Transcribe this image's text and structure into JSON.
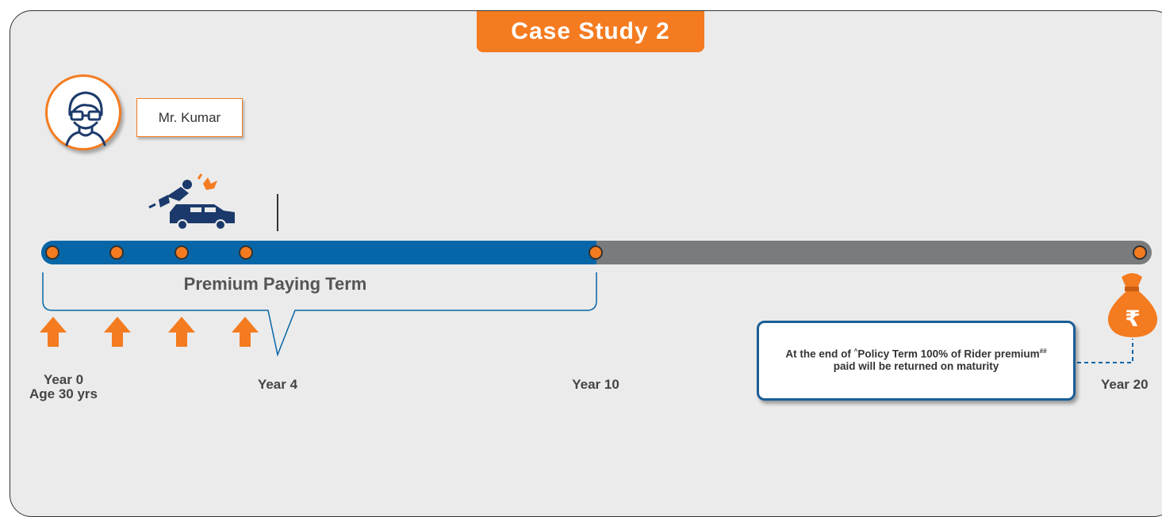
{
  "header": {
    "title": "Case Study 2"
  },
  "person": {
    "name": "Mr. Kumar",
    "avatar_icon": "person-with-glasses-icon"
  },
  "timeline": {
    "premium_term_label": "Premium Paying Term",
    "years": [
      {
        "line1": "Year 0",
        "line2": "Age 30 yrs"
      },
      {
        "line1": "Year 4"
      },
      {
        "line1": "Year 10"
      },
      {
        "line1": "Year 20"
      }
    ],
    "event_icon": "car-accident-icon",
    "maturity_icon": "rupee-money-bag-icon"
  },
  "info": {
    "pre": "At the end of ",
    "caret": "^",
    "mid": "Policy Term 100% of Rider premium",
    "hash": "##",
    "post": " paid will be returned on maturity"
  },
  "colors": {
    "accent": "#f47b20",
    "primary": "#0766a8",
    "gray": "#7a7b7c",
    "border": "#1a5e96"
  }
}
